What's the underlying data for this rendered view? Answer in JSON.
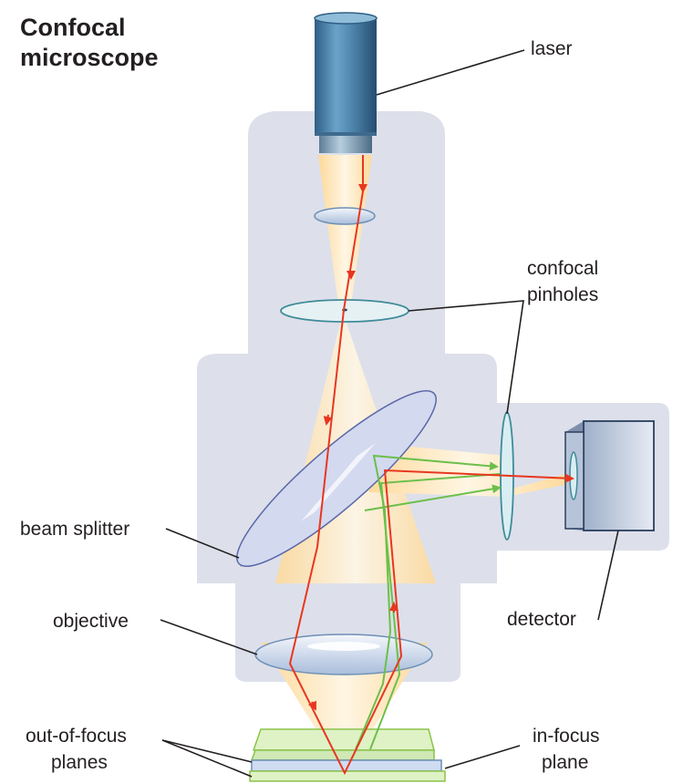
{
  "title": {
    "line1": "Confocal",
    "line2": "microscope"
  },
  "labels": {
    "laser": "laser",
    "confocal_pinholes_line1": "confocal",
    "confocal_pinholes_line2": "pinholes",
    "beam_splitter": "beam splitter",
    "objective": "objective",
    "detector": "detector",
    "out_of_focus_line1": "out-of-focus",
    "out_of_focus_line2": "planes",
    "in_focus_line1": "in-focus",
    "in_focus_line2": "plane"
  },
  "colors": {
    "housing": "#dde0ea",
    "beam": "#fde7bf",
    "laser_ray": "#e8361f",
    "emission_ray": "#6cbf4a",
    "laser_body": "#4f86ad",
    "optics": "#d3ddee",
    "out_of_focus_plane": "#dff2c6",
    "in_focus_plane": "#cfdcf2"
  }
}
